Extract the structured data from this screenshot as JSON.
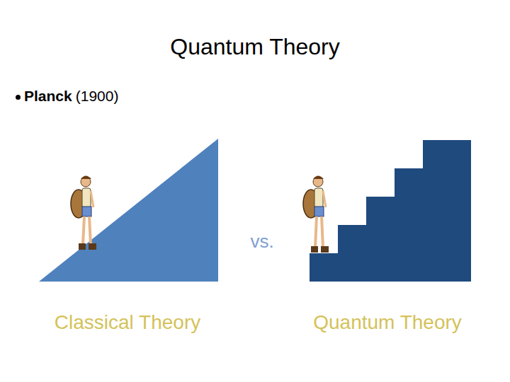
{
  "diagram": {
    "title": "Quantum Theory",
    "labels": [
      "Planck",
      "(1900)",
      "vs.",
      "Classical Theory",
      "Quantum Theory"
    ]
  }
}
